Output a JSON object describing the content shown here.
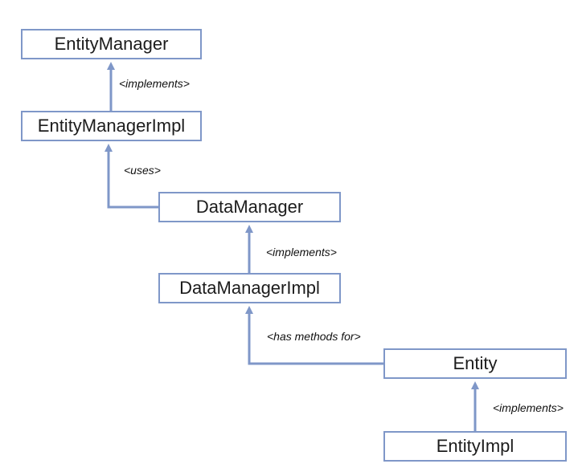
{
  "nodes": {
    "entity_manager": "EntityManager",
    "entity_manager_impl": "EntityManagerImpl",
    "data_manager": "DataManager",
    "data_manager_impl": "DataManagerImpl",
    "entity": "Entity",
    "entity_impl": "EntityImpl"
  },
  "edges": [
    {
      "label": "<implements>"
    },
    {
      "label": "<uses>"
    },
    {
      "label": "<implements>"
    },
    {
      "label": "<has methods for>"
    },
    {
      "label": "<implements>"
    }
  ],
  "colors": {
    "box_border": "#7f97c8",
    "connector": "#7f97c8",
    "text": "#1c1c1c"
  }
}
